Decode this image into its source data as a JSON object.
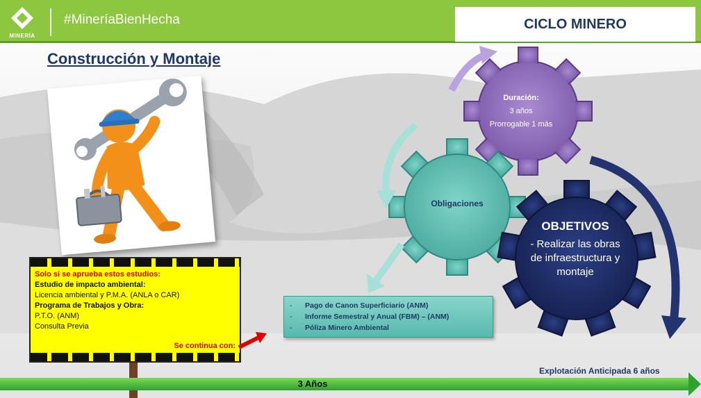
{
  "header": {
    "logo_text": "MINERÍA",
    "hashtag": "#MineríaBienHecha",
    "title": "CICLO MINERO"
  },
  "page_title": "Construcción y Montaje",
  "sign": {
    "heading": "Solo si se aprueba estos estudios:",
    "line1": "Estudio de impacto ambiental:",
    "line2": "Licencia ambiental y P.M.A. (ANLA o CAR)",
    "line3": "Programa de Trabajos y Obra:",
    "line4": "P.T.O. (ANM)",
    "line5": "Consulta Previa",
    "continue": "Se continua con:"
  },
  "obligations": {
    "items": [
      "Pago de Canon Superficiario (ANM)",
      "Informe Semestral y Anual (FBM) – (ANM)",
      "Póliza Minero Ambiental"
    ]
  },
  "gears": {
    "duration_title": "Duración:",
    "duration_value": "3 años",
    "duration_extra": "Prorrogable 1 más",
    "obligations_label": "Obligaciones",
    "objectives_title": "OBJETIVOS",
    "objectives_text": "- Realizar las obras de infraestructura y montaje"
  },
  "timeline": {
    "label": "Explotación Anticipada 6 años",
    "bar_label": "3 Años"
  },
  "colors": {
    "header_green": "#8dc63f",
    "purple_gear": "#8e6bb8",
    "teal_gear": "#5fbfb2",
    "navy_gear": "#1f2f6b",
    "title_navy": "#1f3864"
  }
}
